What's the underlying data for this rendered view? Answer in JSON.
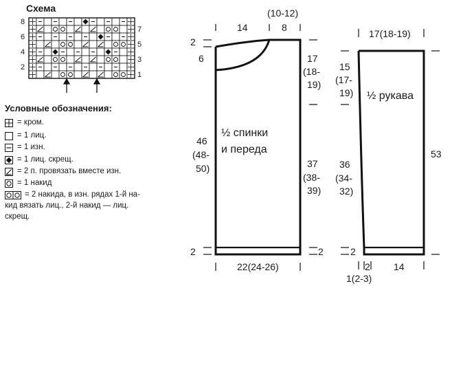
{
  "chart": {
    "title": "Схема",
    "row_numbers_left": [
      "8",
      "6",
      "4",
      "2"
    ],
    "row_numbers_right": [
      "7",
      "5",
      "3",
      "1"
    ]
  },
  "legend": {
    "title": "Условные обозначения:",
    "items": [
      {
        "icon": "edge-stitch-icon",
        "text": "= кром."
      },
      {
        "icon": "knit-stitch-icon",
        "text": "= 1 лиц."
      },
      {
        "icon": "purl-stitch-icon",
        "text": "= 1 изн."
      },
      {
        "icon": "crossed-knit-icon",
        "text": "= 1 лиц. скрещ."
      },
      {
        "icon": "purl-two-together-icon",
        "text": "= 2 п. провязать вместе изн."
      },
      {
        "icon": "yarn-over-icon",
        "text": "= 1 накид"
      },
      {
        "icon": "double-yarn-over-icon",
        "text": "= 2 накида, в изн. рядах 1-й на-",
        "text_line2": "кид вязать лиц., 2-й накид — лиц.",
        "text_line3": "скрещ."
      }
    ]
  },
  "body_pattern": {
    "label_line1": "½ спинки",
    "label_line2": "и переда",
    "dim_top_left": "14",
    "dim_top_neck": "(10-12)",
    "dim_top_right": "8",
    "dim_left_top": "2",
    "dim_neck_depth": "6",
    "dim_left_length_1": "46",
    "dim_left_length_2": "(48-",
    "dim_left_length_3": "50)",
    "dim_left_bottom": "2",
    "dim_right_armhole_1": "17",
    "dim_right_armhole_2": "(18-",
    "dim_right_armhole_3": "19)",
    "dim_right_side_1": "37",
    "dim_right_side_2": "(38-",
    "dim_right_side_3": "39)",
    "dim_right_bottom": "2",
    "dim_width": "22(24-26)"
  },
  "sleeve_pattern": {
    "label": "½ рукава",
    "dim_top": "17(18-19)",
    "dim_left_top_1": "15",
    "dim_left_top_2": "(17-",
    "dim_left_top_3": "19)",
    "dim_left_mid_1": "36",
    "dim_left_mid_2": "(34-",
    "dim_left_mid_3": "32)",
    "dim_left_bottom": "2",
    "dim_right": "53",
    "dim_bottom_small": "2",
    "dim_bottom_width": "14",
    "dim_bottom_extra": "1(2-3)"
  }
}
